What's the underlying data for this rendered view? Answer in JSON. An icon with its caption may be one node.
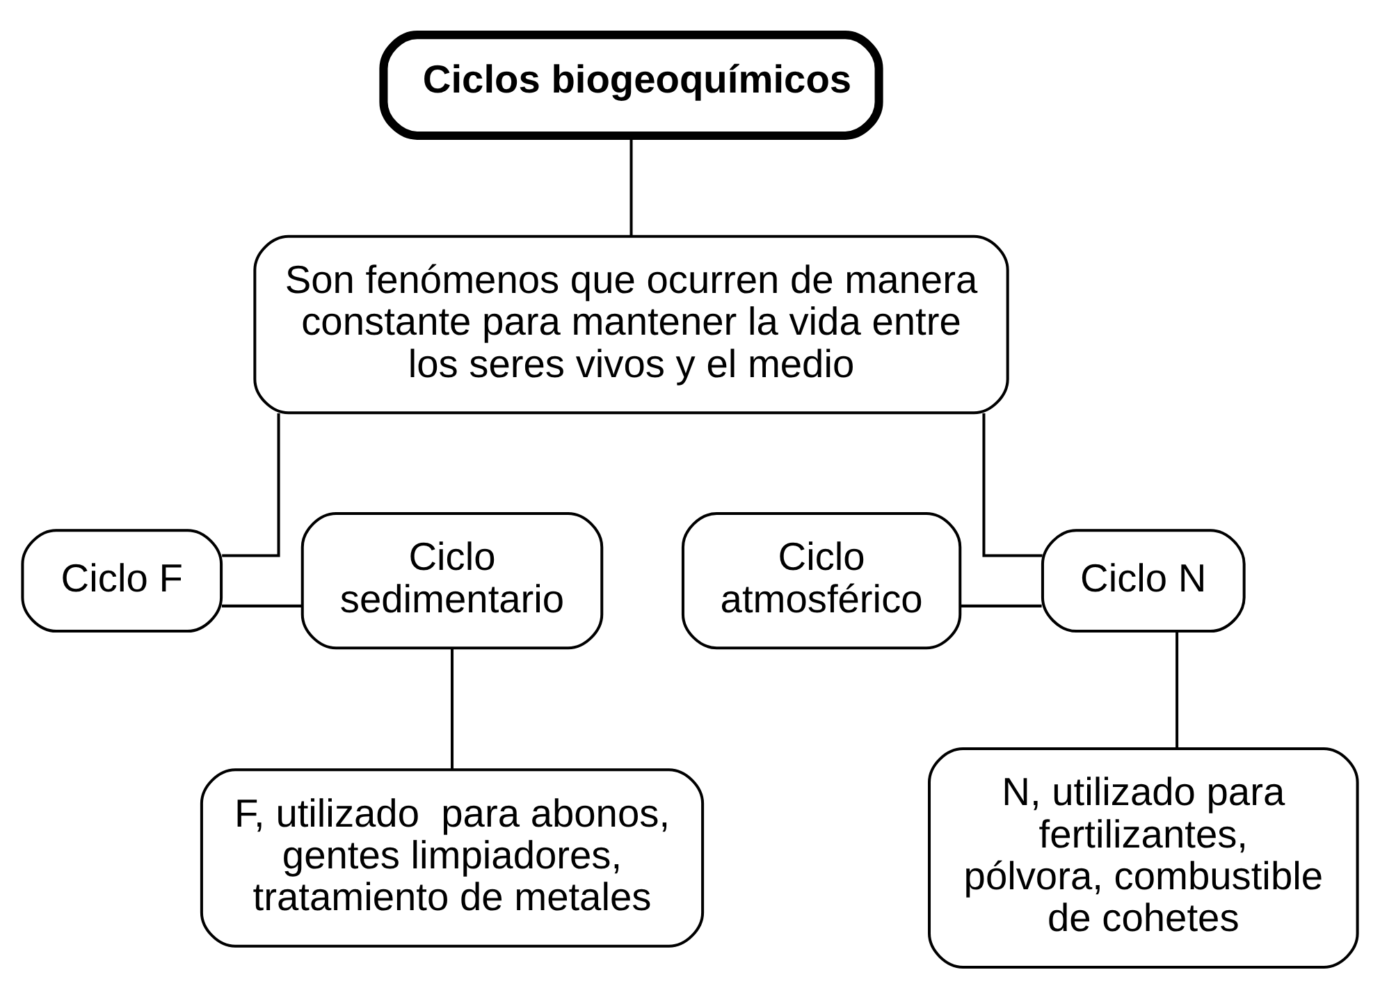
{
  "diagram": {
    "nodes": [
      {
        "text": [
          "Ciclos biogeoquímicos"
        ]
      },
      {
        "text": [
          "Son fenómenos que ocurren de manera constante para mantener la vida entre los seres vivos y el medio"
        ]
      },
      {
        "text": [
          "Ciclo atmosférico"
        ]
      },
      {
        "text": [
          "Ciclo N"
        ]
      },
      {
        "text": [
          "Ciclo F"
        ]
      },
      {
        "text": [
          "Ciclo sedimentario"
        ]
      },
      {
        "text": [
          "N, utilizado para fertilizantes, pólvora, combustible de cohetes"
        ]
      },
      {
        "text": [
          "F, utilizado  para abonos, gentes limpiadores, tratamiento de metales"
        ]
      }
    ],
    "edges": [
      {
        "from": 0,
        "to": 1,
        "arrow": "none"
      },
      {
        "from": 1,
        "to": 3,
        "arrow": "none"
      },
      {
        "from": 1,
        "to": 4,
        "arrow": "none"
      },
      {
        "from": 2,
        "to": 3,
        "arrow": "none"
      },
      {
        "from": 4,
        "to": 5,
        "arrow": "none"
      },
      {
        "from": 3,
        "to": 6,
        "arrow": "none"
      },
      {
        "from": 5,
        "to": 7,
        "arrow": "none"
      }
    ]
  }
}
